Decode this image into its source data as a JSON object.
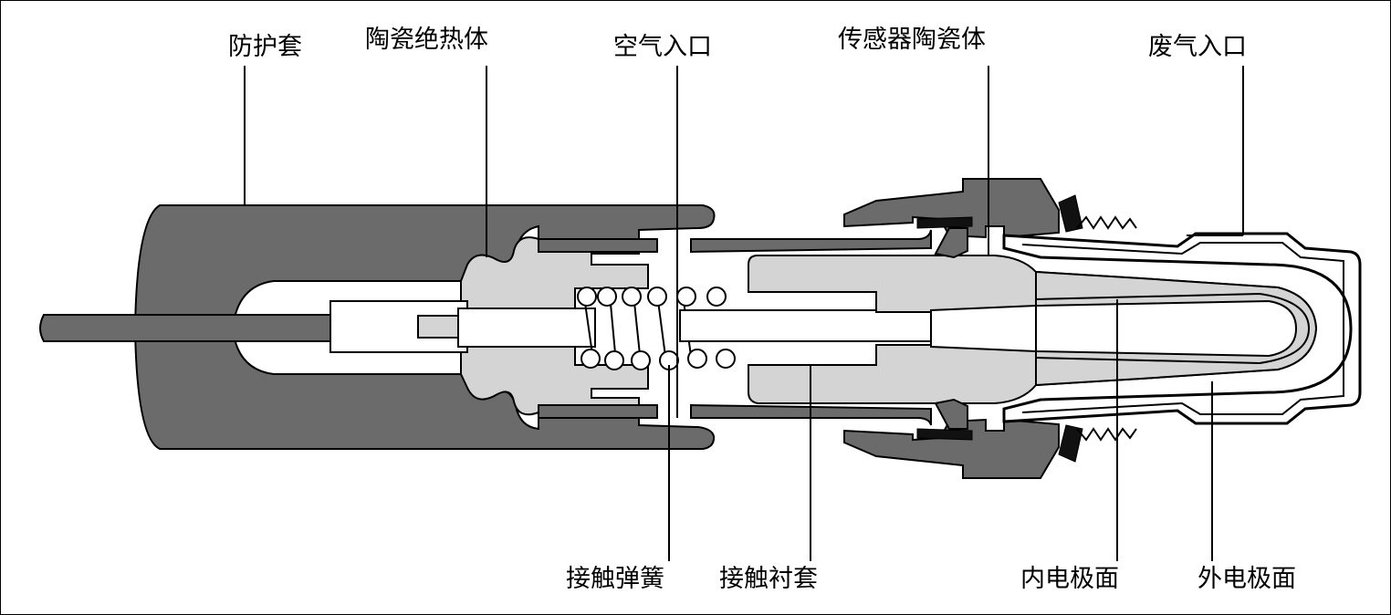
{
  "labels": {
    "protective_sleeve": "防护套",
    "ceramic_insulator": "陶瓷绝热体",
    "air_inlet": "空气入口",
    "sensor_ceramic": "传感器陶瓷体",
    "exhaust_inlet": "废气入口",
    "contact_spring": "接触弹簧",
    "contact_bushing": "接触衬套",
    "inner_electrode": "内电极面",
    "outer_electrode": "外电极面"
  }
}
